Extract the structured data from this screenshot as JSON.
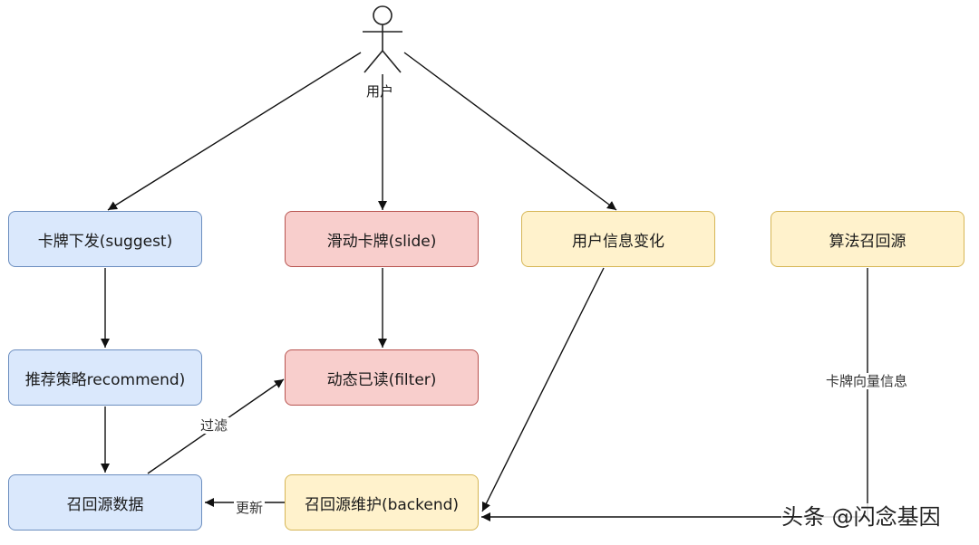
{
  "actor": {
    "label": "用户"
  },
  "nodes": {
    "suggest": "卡牌下发(suggest)",
    "slide": "滑动卡牌(slide)",
    "user_info": "用户信息变化",
    "algo_source": "算法召回源",
    "recommend": "推荐策略recommend)",
    "filter": "动态已读(filter)",
    "recall_data": "召回源数据",
    "backend": "召回源维护(backend)"
  },
  "edge_labels": {
    "filter_edge": "过滤",
    "update_edge": "更新",
    "vector_edge": "卡牌向量信息"
  },
  "watermark": "头条 @闪念基因",
  "colors": {
    "blue_fill": "#dae8fc",
    "blue_stroke": "#6c8ebf",
    "red_fill": "#f8cecc",
    "red_stroke": "#b85450",
    "yellow_fill": "#fff2cc",
    "yellow_stroke": "#d6b656"
  }
}
